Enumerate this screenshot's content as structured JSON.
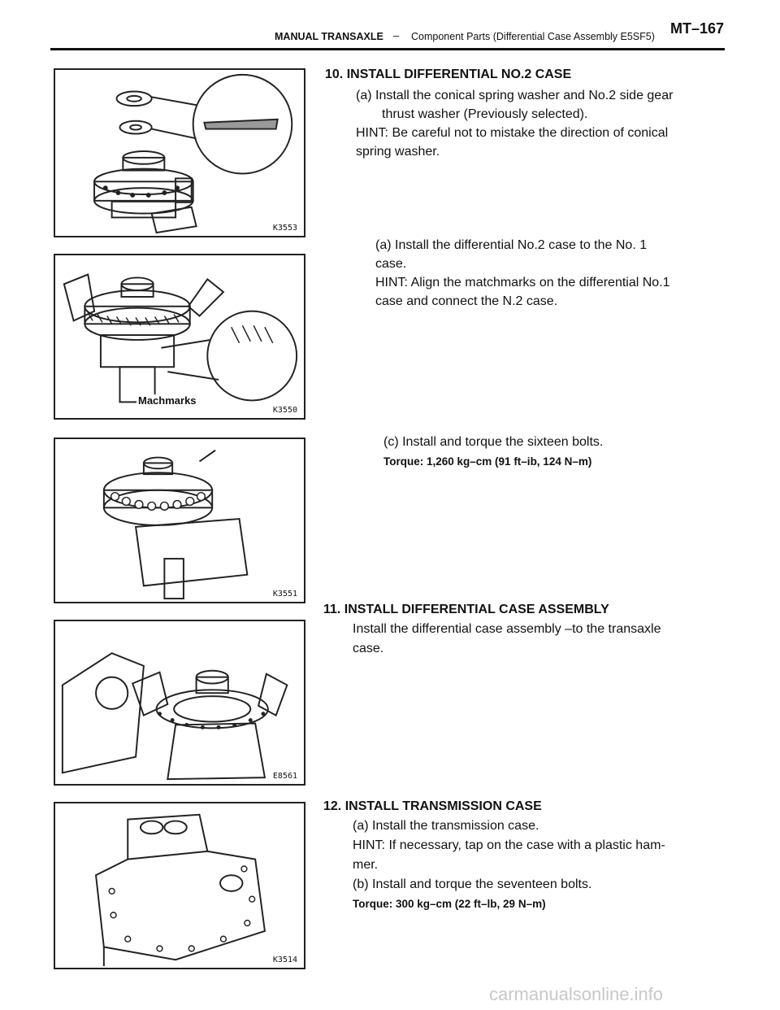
{
  "header": {
    "section": "MANUAL TRANSAXLE",
    "dash": "–",
    "subtitle": "Component Parts (Differential Case Assembly E5SF5)",
    "page": "MT–167"
  },
  "figures": [
    {
      "code": "K3553"
    },
    {
      "code": "K3550",
      "label": "Machmarks"
    },
    {
      "code": "K3551"
    },
    {
      "code": "E8561"
    },
    {
      "code": "K3514"
    }
  ],
  "steps": {
    "s10": {
      "heading": "10. INSTALL DIFFERENTIAL NO.2 CASE",
      "a_line1": "(a) Install the conical spring washer and No.2 side gear",
      "a_line2": "thrust washer (Previously selected).",
      "hint_line1": "HINT: Be careful not to mistake the direction of conical",
      "hint_line2": "spring washer."
    },
    "s10b": {
      "line1": "(a) Install the differential No.2 case to the No. 1",
      "line2": "case.",
      "hint_line1": "HINT: Align the matchmarks on the differential No.1",
      "hint_line2": "case and connect the N.2 case."
    },
    "s10c": {
      "line1": "(c) Install and torque the sixteen bolts.",
      "torque": "Torque: 1,260 kg–cm (91 ft–ib, 124 N–m)"
    },
    "s11": {
      "heading": "11. INSTALL DIFFERENTIAL CASE ASSEMBLY",
      "line1": "Install the differential case assembly –to the transaxle",
      "line2": "case."
    },
    "s12": {
      "heading": "12. INSTALL TRANSMISSION CASE",
      "a": "(a) Install the transmission case.",
      "hint_line1": "HINT: If necessary, tap on the case with a plastic ham-",
      "hint_line2": "mer.",
      "b": "(b) Install and torque the seventeen bolts.",
      "torque": "Torque: 300 kg–cm (22 ft–lb, 29 N–m)"
    }
  },
  "watermark": "carmanualsonline.info"
}
